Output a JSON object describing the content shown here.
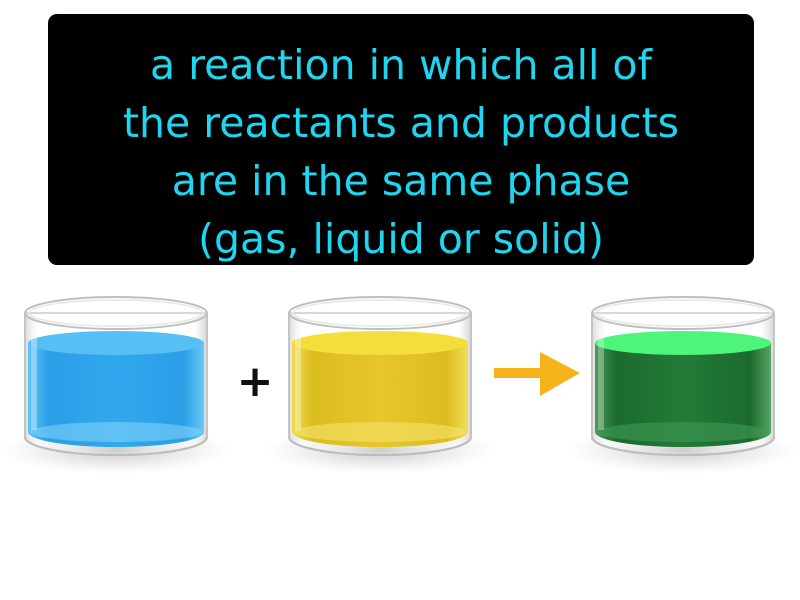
{
  "definition": {
    "lines": [
      "a reaction in which all of",
      "the reactants and products",
      "are in the same phase",
      "(gas, liquid or solid)"
    ],
    "text_color": "#1ed6f0",
    "background_color": "#000000"
  },
  "equation": {
    "plus_symbol": "+",
    "arrow_color": "#f5b21a",
    "beakers": [
      {
        "liquid": "blue",
        "liquid_color": "#2aa3ea",
        "surface_color": "#55c3f5"
      },
      {
        "liquid": "yellow",
        "liquid_color": "#e3c21e",
        "surface_color": "#f2dc3a"
      },
      {
        "liquid": "green",
        "liquid_color": "#1f6e33",
        "surface_color": "#4cf57a"
      }
    ]
  }
}
